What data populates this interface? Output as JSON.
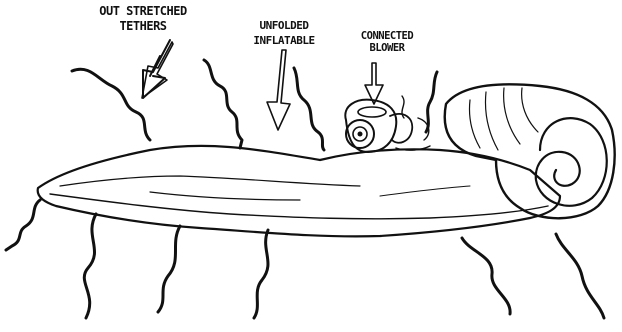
{
  "labels": {
    "tethers": {
      "line1": "OUT STRETCHED",
      "line2": "TETHERS"
    },
    "inflatable": {
      "line1": "UNFOLDED",
      "line2": "INFLATABLE"
    },
    "blower": {
      "line1": "CONNECTED",
      "line2": "BLOWER"
    }
  },
  "colors": {
    "ink": "#111111",
    "background": "#ffffff"
  }
}
